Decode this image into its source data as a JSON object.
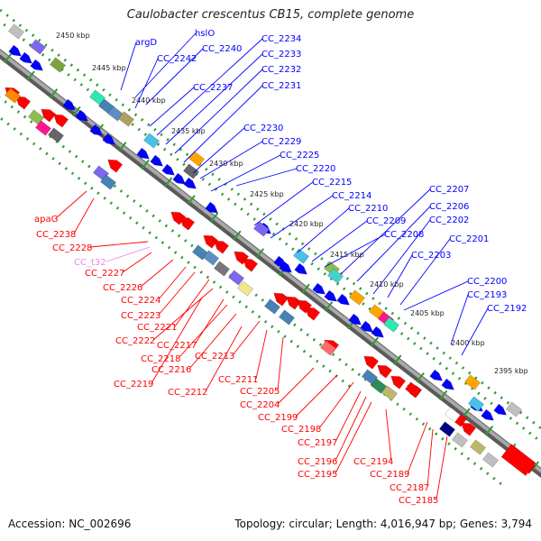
{
  "title": "Caulobacter crescentus CB15, complete genome",
  "accession": "Accession: NC_002696",
  "summary": "Topology: circular; Length: 4,016,947 bp; Genes: 3,794",
  "colors": {
    "backbone": "#808080",
    "plus_strand": "#0000ff",
    "minus_strand": "#ff0000",
    "tick_dash": "#2e9a2e",
    "rna_label": "#ee88ee"
  },
  "kbp_ticks": [
    "2450 kbp",
    "2445 kbp",
    "2440 kbp",
    "2435 kbp",
    "2430 kbp",
    "2425 kbp",
    "2420 kbp",
    "2415 kbp",
    "2410 kbp",
    "2405 kbp",
    "2400 kbp",
    "2395 kbp"
  ],
  "top_labels": [
    "argD",
    "hslO",
    "CC_2240",
    "CC_2242",
    "CC_2234",
    "CC_2233",
    "CC_2232",
    "CC_2237",
    "CC_2231",
    "CC_2230",
    "CC_2229",
    "CC_2225",
    "CC_2220",
    "CC_2215",
    "CC_2214",
    "CC_2210",
    "CC_2209",
    "CC_2208",
    "CC_2207",
    "CC_2206",
    "CC_2202",
    "CC_2201",
    "CC_2203",
    "CC_2200",
    "CC_2193",
    "CC_2192"
  ],
  "bottom_labels": [
    "apaG",
    "CC_2238",
    "CC_2228",
    "CC_t32",
    "CC_2227",
    "CC_2226",
    "CC_2224",
    "CC_2223",
    "CC_2221",
    "CC_2222",
    "CC_2217",
    "CC_2218",
    "CC_2216",
    "CC_2213",
    "CC_2219",
    "CC_2212",
    "CC_2211",
    "CC_2205",
    "CC_2204",
    "CC_2199",
    "CC_2198",
    "CC_2197",
    "CC_2196",
    "CC_2195",
    "CC_2194",
    "CC_2189",
    "CC_2187",
    "CC_2185"
  ]
}
